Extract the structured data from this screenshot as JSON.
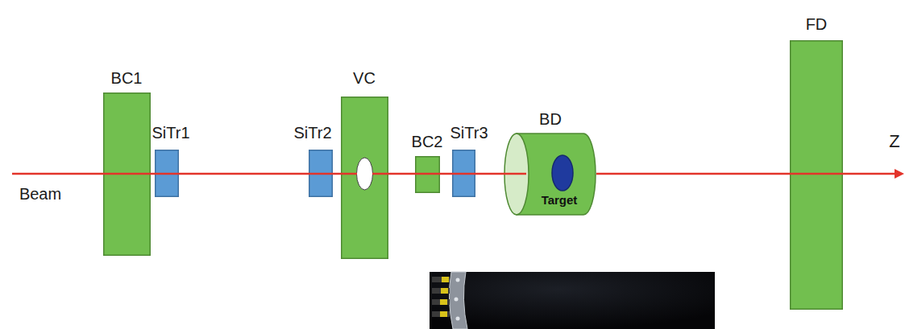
{
  "diagram": {
    "nodes": [
      {
        "text": [
          "BC1"
        ]
      },
      {
        "text": [
          "SiTr1"
        ]
      },
      {
        "text": [
          "SiTr2"
        ]
      },
      {
        "text": [
          "VC"
        ]
      },
      {
        "text": [
          "BC2"
        ]
      },
      {
        "text": [
          "SiTr3"
        ]
      },
      {
        "text": [
          "BD"
        ]
      },
      {
        "text": [
          "Target"
        ],
        "in": 6
      },
      {
        "text": [
          "FD"
        ]
      }
    ],
    "edges": [
      {
        "from": 0,
        "to": 1,
        "arrow": "none"
      },
      {
        "from": 1,
        "to": 2,
        "arrow": "none"
      },
      {
        "from": 2,
        "to": 3,
        "arrow": "none"
      },
      {
        "from": 3,
        "to": 4,
        "arrow": "none"
      },
      {
        "from": 4,
        "to": 5,
        "arrow": "none"
      },
      {
        "from": 5,
        "to": 6,
        "arrow": "none"
      },
      {
        "from": 6,
        "to": 8,
        "arrow": "none"
      }
    ],
    "labels": [
      "Beam",
      "Z"
    ]
  }
}
